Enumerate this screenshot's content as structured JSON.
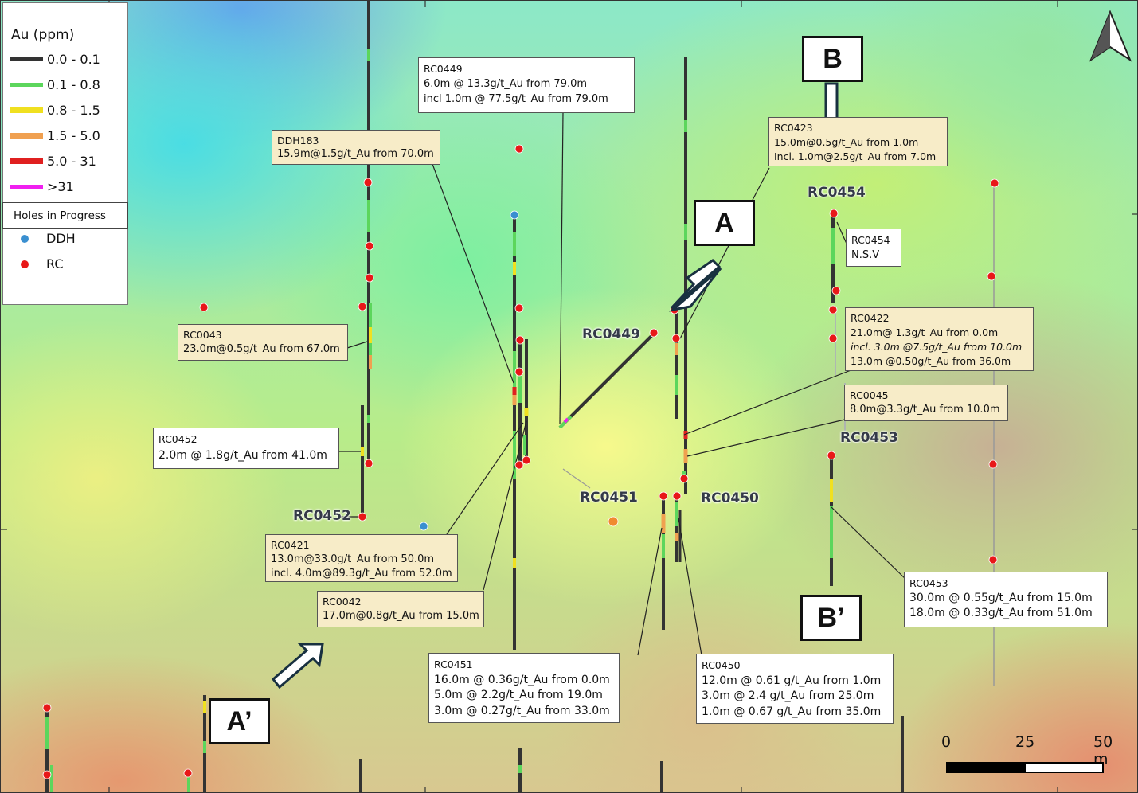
{
  "legend": {
    "title": "Au (ppm)",
    "ranges": [
      {
        "label": "0.0 - 0.1",
        "color": "#333333"
      },
      {
        "label": "0.1 - 0.8",
        "color": "#5cd65c"
      },
      {
        "label": "0.8 - 1.5",
        "color": "#f0e020"
      },
      {
        "label": "1.5 - 5.0",
        "color": "#f0a050"
      },
      {
        "label": "5.0 - 31",
        "color": "#e02020"
      },
      {
        "label": ">31",
        "color": "#f020f0"
      }
    ],
    "holes_title": "Holes in Progress",
    "hole_types": [
      {
        "label": "DDH",
        "color": "#3a8fd0"
      },
      {
        "label": "RC",
        "color": "#e81818"
      }
    ]
  },
  "callouts": {
    "rc0449": [
      "RC0449",
      "6.0m @ 13.3g/t_Au from 79.0m",
      "incl 1.0m @ 77.5g/t_Au from 79.0m"
    ],
    "ddh183": [
      "DDH183",
      "15.9m@1.5g/t_Au from 70.0m"
    ],
    "rc0423": [
      "RC0423",
      "15.0m@0.5g/t_Au from 1.0m",
      "Incl. 1.0m@2.5g/t_Au from 7.0m"
    ],
    "rc0454": [
      "RC0454",
      "N.S.V"
    ],
    "rc0043": [
      "RC0043",
      "23.0m@0.5g/t_Au from 67.0m"
    ],
    "rc0422": [
      "RC0422",
      "21.0m@ 1.3g/t_Au from 0.0m",
      "incl. 3.0m @7.5g/t_Au from 10.0m",
      "13.0m @0.50g/t_Au from 36.0m"
    ],
    "rc0045": [
      "RC0045",
      "8.0m@3.3g/t_Au from 10.0m"
    ],
    "rc0452": [
      "RC0452",
      "2.0m @ 1.8g/t_Au from 41.0m"
    ],
    "rc0421": [
      "RC0421",
      "13.0m@33.0g/t_Au from 50.0m",
      "incl. 4.0m@89.3g/t_Au from 52.0m"
    ],
    "rc0042": [
      "RC0042",
      "17.0m@0.8g/t_Au from 15.0m"
    ],
    "rc0453": [
      "RC0453",
      "30.0m @ 0.55g/t_Au from 15.0m",
      "18.0m @ 0.33g/t_Au from 51.0m"
    ],
    "rc0451": [
      "RC0451",
      "16.0m @ 0.36g/t_Au from 0.0m",
      "5.0m @ 2.2g/t_Au from 19.0m",
      "3.0m @ 0.27g/t_Au from 33.0m"
    ],
    "rc0450": [
      "RC0450",
      "12.0m @ 0.61 g/t_Au from 1.0m",
      "3.0m @ 2.4 g/t_Au from 25.0m",
      "1.0m @ 0.67 g/t_Au from 35.0m"
    ]
  },
  "hole_labels": {
    "rc0454": "RC0454",
    "rc0449": "RC0449",
    "rc0453": "RC0453",
    "rc0452": "RC0452",
    "rc0451": "RC0451",
    "rc0450": "RC0450"
  },
  "sections": {
    "a": "A",
    "b": "B",
    "a_prime": "A’",
    "b_prime": "B’"
  },
  "scale": {
    "labels": [
      "0",
      "25",
      "50 m"
    ]
  },
  "north_arrow_icon": "north-arrow-icon"
}
